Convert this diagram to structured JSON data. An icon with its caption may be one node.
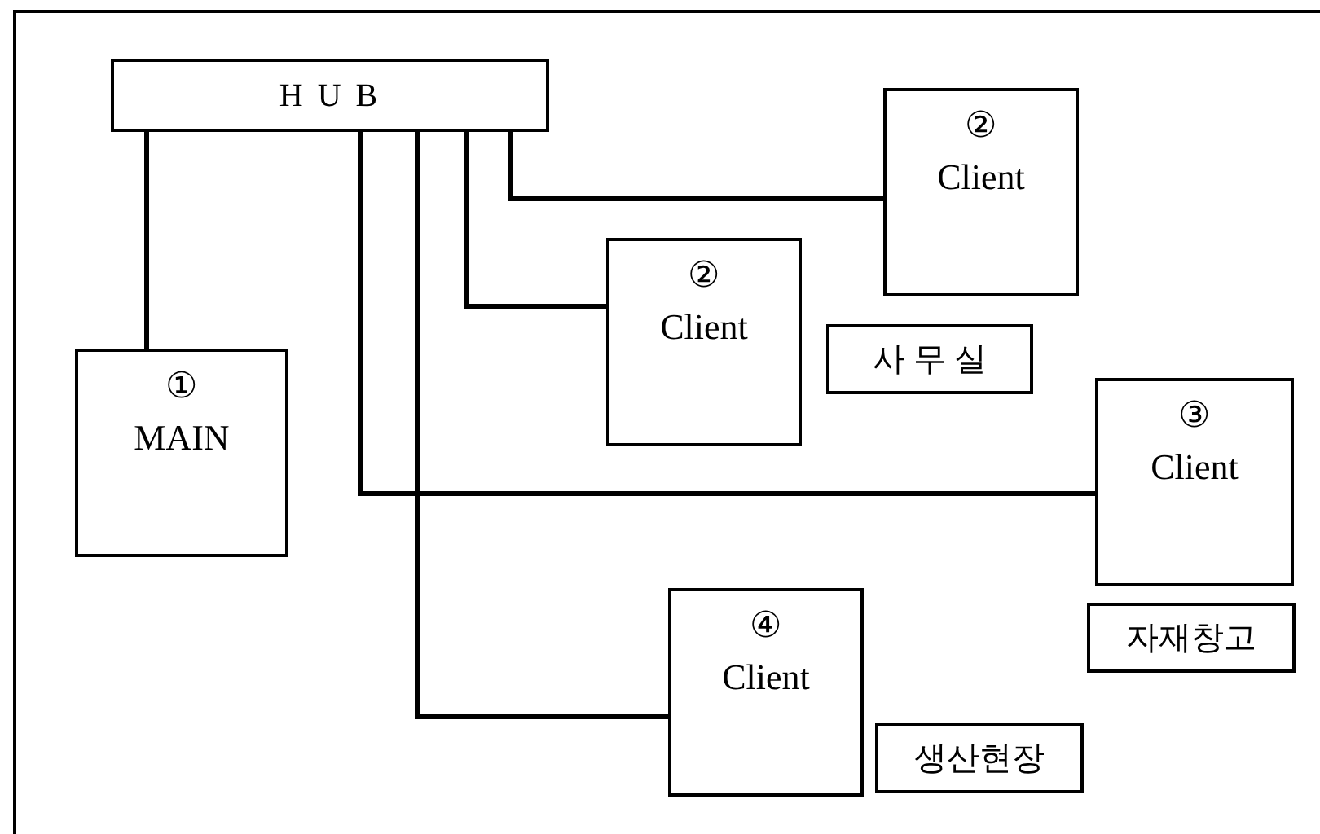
{
  "diagram": {
    "nodes": [
      {
        "text": [
          "H U B"
        ]
      },
      {
        "text": [
          "②",
          "Client"
        ]
      },
      {
        "text": [
          "②",
          "Client"
        ]
      },
      {
        "text": [
          "①",
          "MAIN"
        ]
      },
      {
        "text": [
          "사 무 실"
        ]
      },
      {
        "text": [
          "③",
          "Client"
        ]
      },
      {
        "text": [
          "자재창고"
        ]
      },
      {
        "text": [
          "④",
          "Client"
        ]
      },
      {
        "text": [
          "생산현장"
        ]
      }
    ],
    "edges": [
      {
        "from": 0,
        "to": 3,
        "arrow": "none"
      },
      {
        "from": 0,
        "to": 5,
        "arrow": "none"
      },
      {
        "from": 0,
        "to": 7,
        "arrow": "none"
      },
      {
        "from": 0,
        "to": 2,
        "arrow": "none"
      },
      {
        "from": 0,
        "to": 1,
        "arrow": "none"
      }
    ]
  }
}
